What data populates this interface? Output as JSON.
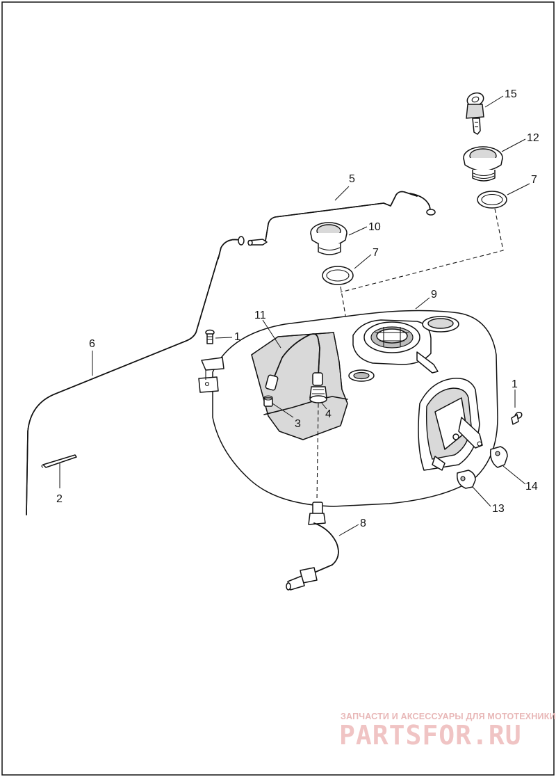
{
  "callouts": [
    {
      "id": "c15",
      "label": "15"
    },
    {
      "id": "c12",
      "label": "12"
    },
    {
      "id": "c7a",
      "label": "7"
    },
    {
      "id": "c5",
      "label": "5"
    },
    {
      "id": "c10",
      "label": "10"
    },
    {
      "id": "c7b",
      "label": "7"
    },
    {
      "id": "c9",
      "label": "9"
    },
    {
      "id": "c11",
      "label": "11"
    },
    {
      "id": "c1a",
      "label": "1"
    },
    {
      "id": "c6",
      "label": "6"
    },
    {
      "id": "c1b",
      "label": "1"
    },
    {
      "id": "c3",
      "label": "3"
    },
    {
      "id": "c4",
      "label": "4"
    },
    {
      "id": "c14",
      "label": "14"
    },
    {
      "id": "c2",
      "label": "2"
    },
    {
      "id": "c13",
      "label": "13"
    },
    {
      "id": "c8",
      "label": "8"
    }
  ],
  "watermark": {
    "caption": "ЗАПЧАСТИ И АКСЕССУАРЫ ДЛЯ МОТОТЕХНИКИ",
    "brand": "PARTSFOR.RU",
    "color": "#e8b7b7"
  }
}
